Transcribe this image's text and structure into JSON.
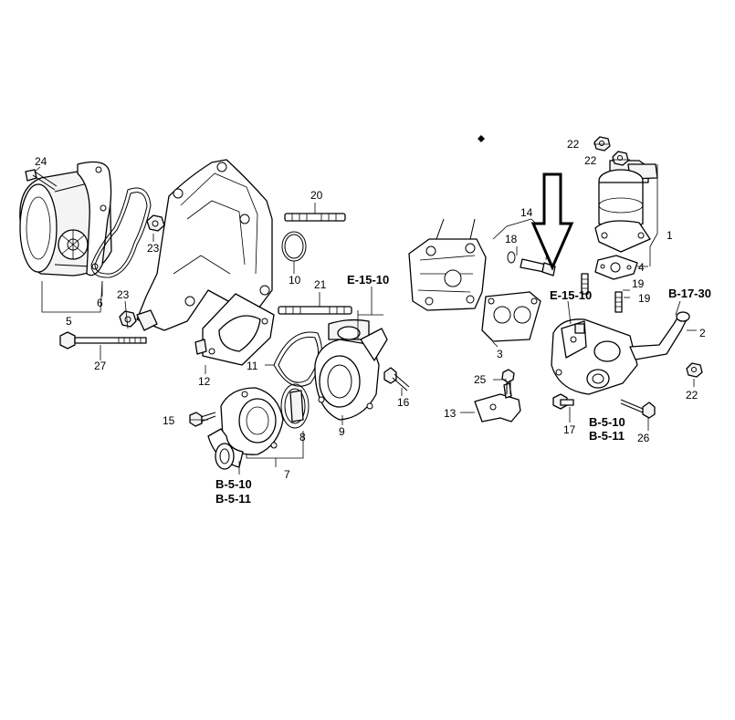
{
  "diagram": {
    "callouts": {
      "c1": "1",
      "c2": "2",
      "c3": "3",
      "c4": "4",
      "c5": "5",
      "c6": "6",
      "c7": "7",
      "c8": "8",
      "c9": "9",
      "c10": "10",
      "c11": "11",
      "c12": "12",
      "c13": "13",
      "c14": "14",
      "c15": "15",
      "c16": "16",
      "c17": "17",
      "c18": "18",
      "c19a": "19",
      "c19b": "19",
      "c20": "20",
      "c21": "21",
      "c22a": "22",
      "c22b": "22",
      "c22c": "22",
      "c23a": "23",
      "c23b": "23",
      "c24": "24",
      "c25": "25",
      "c26": "26",
      "c27": "27"
    },
    "references": {
      "ref_e1510_center": "E-15-10",
      "ref_e1510_right": "E-15-10",
      "ref_b1730": "B-17-30",
      "ref_b510_left": "B-5-10",
      "ref_b511_left": "B-5-11",
      "ref_b510_right": "B-5-10",
      "ref_b511_right": "B-5-11"
    }
  }
}
